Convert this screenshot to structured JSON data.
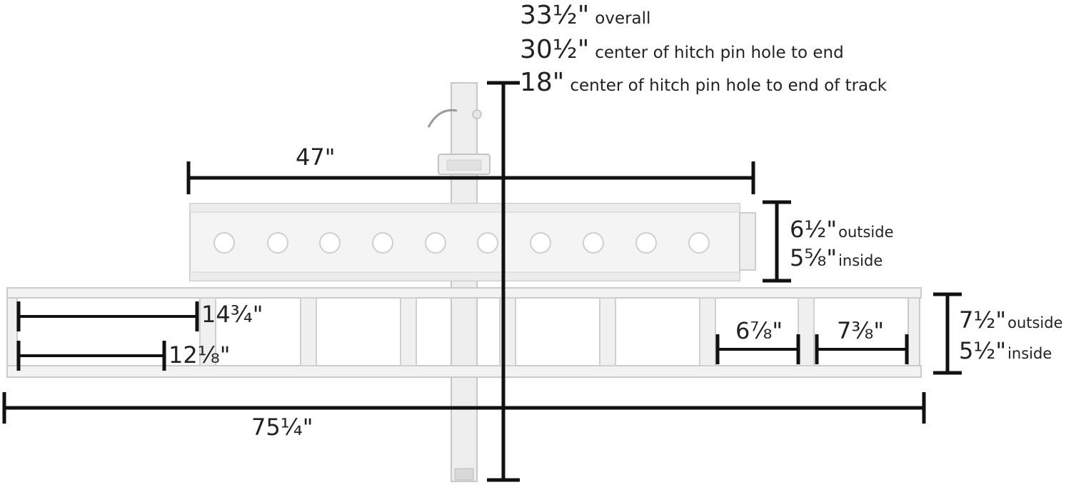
{
  "overall_dims": [
    {
      "value": "33½\"",
      "desc": "overall"
    },
    {
      "value": "30½\"",
      "desc": "center of hitch pin hole to end"
    },
    {
      "value": "18\"",
      "desc": "center of hitch pin hole to end of track"
    }
  ],
  "dims": {
    "tray_width": "47\"",
    "total_width": "75¼\"",
    "ramp_outside": "6½\"",
    "ramp_outside_label": "outside",
    "ramp_inside": "5⅝\"",
    "ramp_inside_label": "inside",
    "track_outside": "7½\"",
    "track_outside_label": "outside",
    "track_inside": "5½\"",
    "track_inside_label": "inside",
    "left_upper": "14¾\"",
    "left_lower": "12⅛\"",
    "right_inner": "6⅞\"",
    "right_outer": "7⅜\""
  },
  "colors": {
    "frame": "#f3f3f3",
    "frame_edge": "#cfcfcf",
    "dim_line": "#111111",
    "text": "#222222"
  }
}
